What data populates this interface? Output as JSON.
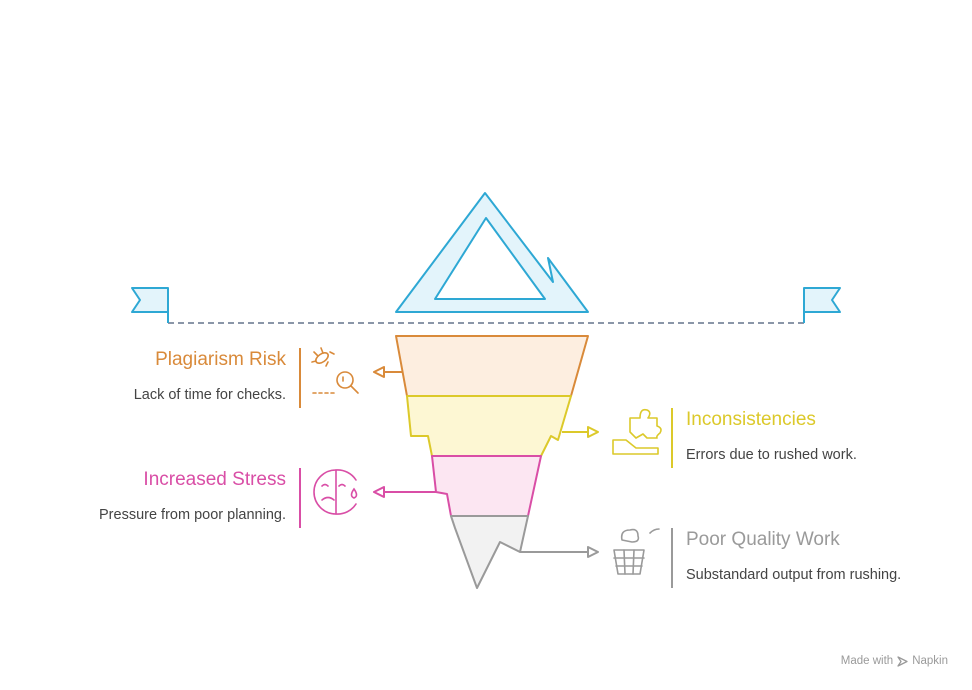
{
  "items": [
    {
      "title": "Plagiarism Risk",
      "description": "Lack of time for checks.",
      "color": "#d98a3a",
      "fill": "#fdeee0",
      "icon": "bug-magnifier-icon"
    },
    {
      "title": "Inconsistencies",
      "description": "Errors due to rushed work.",
      "color": "#dcc92a",
      "fill": "#fdf7d3",
      "icon": "puzzle-piece-icon"
    },
    {
      "title": "Increased Stress",
      "description": "Pressure from poor planning.",
      "color": "#d94ea6",
      "fill": "#fce6f2",
      "icon": "sad-face-icon"
    },
    {
      "title": "Poor Quality Work",
      "description": "Substandard output from rushing.",
      "color": "#9a9a9a",
      "fill": "#f2f2f2",
      "icon": "trash-bin-icon"
    }
  ],
  "iceberg_tip": {
    "color": "#2ea8d4",
    "fill": "#e3f4fb",
    "icon": "iceberg-tip-icon"
  },
  "waterline": {
    "color": "#8a96a8"
  },
  "footer": {
    "made_with": "Made with",
    "brand": "Napkin"
  }
}
